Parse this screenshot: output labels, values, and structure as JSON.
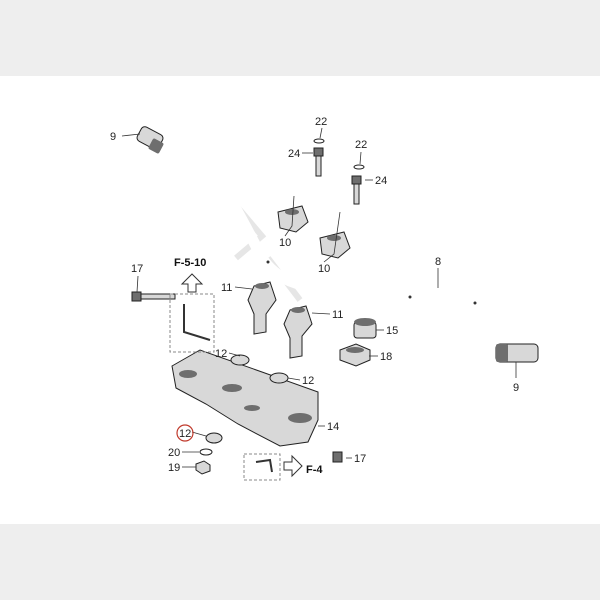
{
  "callouts": {
    "c9_left": "9",
    "c9_right": "9",
    "c22_a": "22",
    "c22_b": "22",
    "c24_a": "24",
    "c24_b": "24",
    "c10_a": "10",
    "c10_b": "10",
    "c8": "8",
    "c17_left": "17",
    "c17_right": "17",
    "c11_a": "11",
    "c11_b": "11",
    "c15": "15",
    "c18": "18",
    "c12_a": "12",
    "c12_b": "12",
    "c12_circled": "12",
    "c14": "14",
    "c20": "20",
    "c19": "19"
  },
  "references": {
    "f510": "F-5-10",
    "f4": "F-4"
  },
  "colors": {
    "part_fill": "#d8d8d8",
    "part_dark": "#6e6e6e",
    "circle_highlight": "#c0392b",
    "watermark": "#e6e6e6"
  }
}
